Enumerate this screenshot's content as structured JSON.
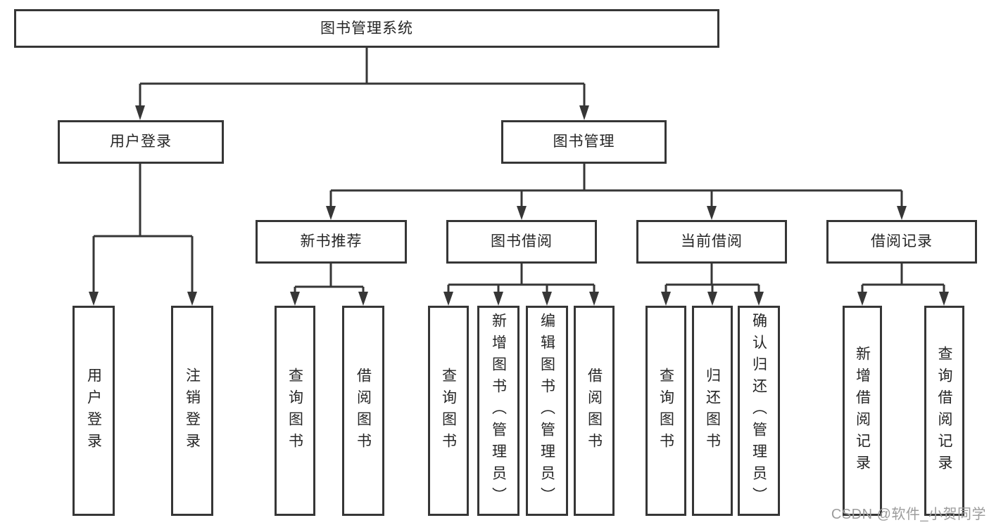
{
  "colors": {
    "line": "#363636",
    "node_border": "#363636",
    "node_text": "#262626",
    "background": "#ffffff",
    "watermark_text": "#9c9c9c"
  },
  "nodes": {
    "root": {
      "label": "图书管理系统"
    },
    "level2": [
      {
        "label": "用户登录"
      },
      {
        "label": "图书管理"
      }
    ],
    "level3": [
      {
        "label": "新书推荐"
      },
      {
        "label": "图书借阅"
      },
      {
        "label": "当前借阅"
      },
      {
        "label": "借阅记录"
      }
    ],
    "leaves": [
      {
        "label": "用户登录"
      },
      {
        "label": "注销登录"
      },
      {
        "label": "查询图书"
      },
      {
        "label": "借阅图书"
      },
      {
        "label": "查询图书"
      },
      {
        "label": "新增图书（管理员）"
      },
      {
        "label": "编辑图书（管理员）"
      },
      {
        "label": "借阅图书"
      },
      {
        "label": "查询图书"
      },
      {
        "label": "归还图书"
      },
      {
        "label": "确认归还（管理员）"
      },
      {
        "label": "新增借阅记录"
      },
      {
        "label": "查询借阅记录"
      }
    ]
  },
  "edges": [
    {
      "from": "图书管理系统",
      "to": [
        "用户登录",
        "图书管理"
      ]
    },
    {
      "from": "用户登录",
      "to": [
        "用户登录",
        "注销登录"
      ]
    },
    {
      "from": "图书管理",
      "to": [
        "新书推荐",
        "图书借阅",
        "当前借阅",
        "借阅记录"
      ]
    },
    {
      "from": "新书推荐",
      "to": [
        "查询图书",
        "借阅图书"
      ]
    },
    {
      "from": "图书借阅",
      "to": [
        "查询图书",
        "新增图书（管理员）",
        "编辑图书（管理员）",
        "借阅图书"
      ]
    },
    {
      "from": "当前借阅",
      "to": [
        "查询图书",
        "归还图书",
        "确认归还（管理员）"
      ]
    },
    {
      "from": "借阅记录",
      "to": [
        "新增借阅记录",
        "查询借阅记录"
      ]
    }
  ],
  "watermark": {
    "text": "CSDN @软件_小贺同学"
  }
}
